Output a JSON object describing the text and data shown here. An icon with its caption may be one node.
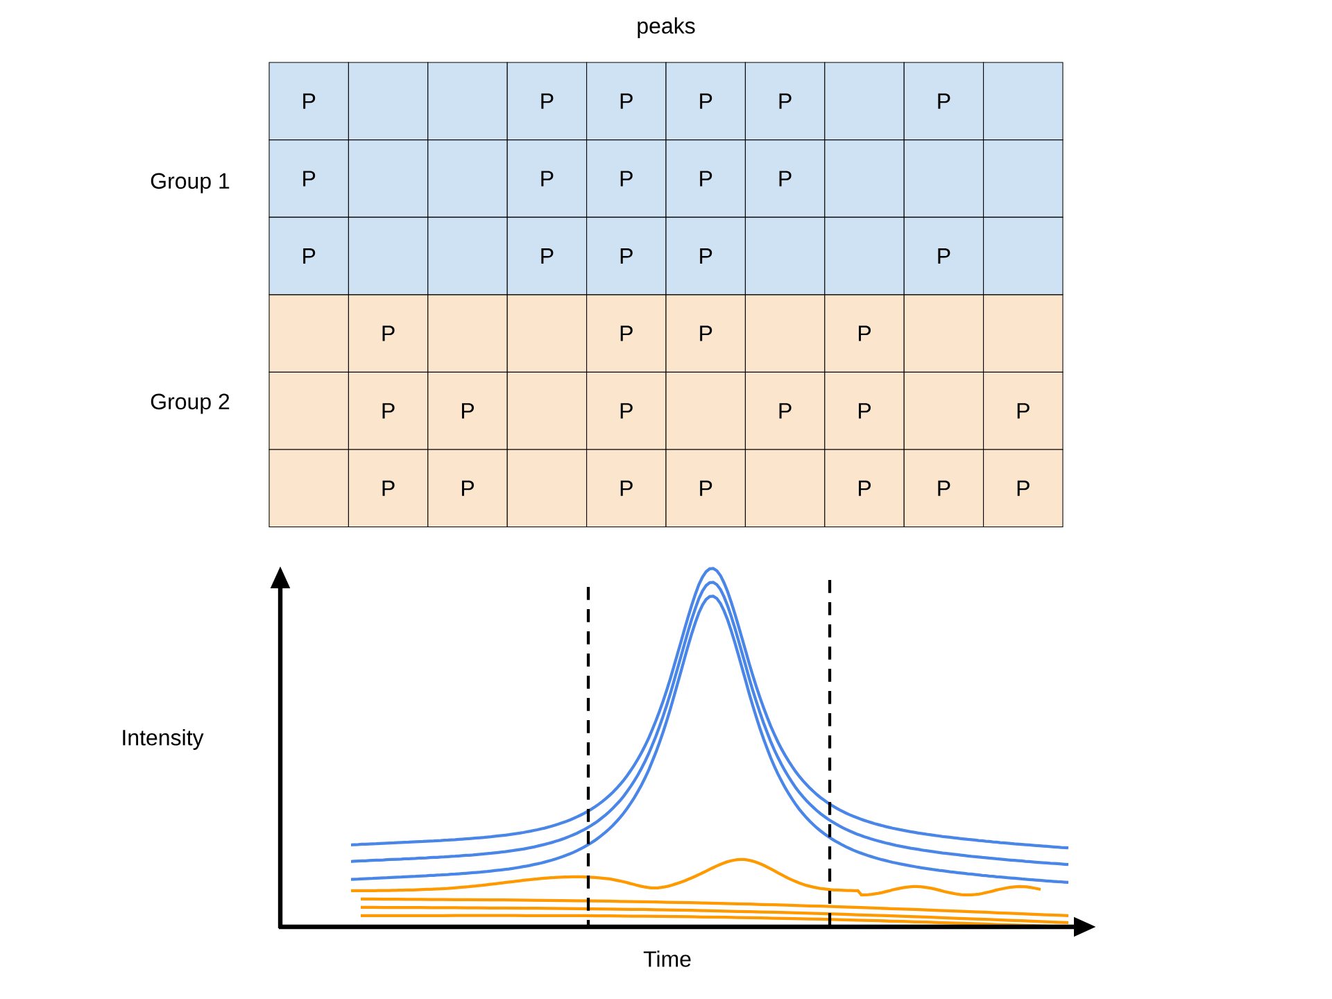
{
  "diagram": {
    "title": "peaks",
    "labels": [
      "Group 1",
      "Group 2",
      "P",
      "P",
      "P",
      "P",
      "P",
      "P",
      "P",
      "P",
      "P",
      "P",
      "P",
      "P",
      "P",
      "P",
      "P",
      "P",
      "P",
      "P",
      "P",
      "P",
      "P",
      "P",
      "P",
      "P",
      "P",
      "P",
      "P",
      "P",
      "P",
      "P",
      "P",
      "P",
      "P",
      "Intensity",
      "Time"
    ]
  }
}
